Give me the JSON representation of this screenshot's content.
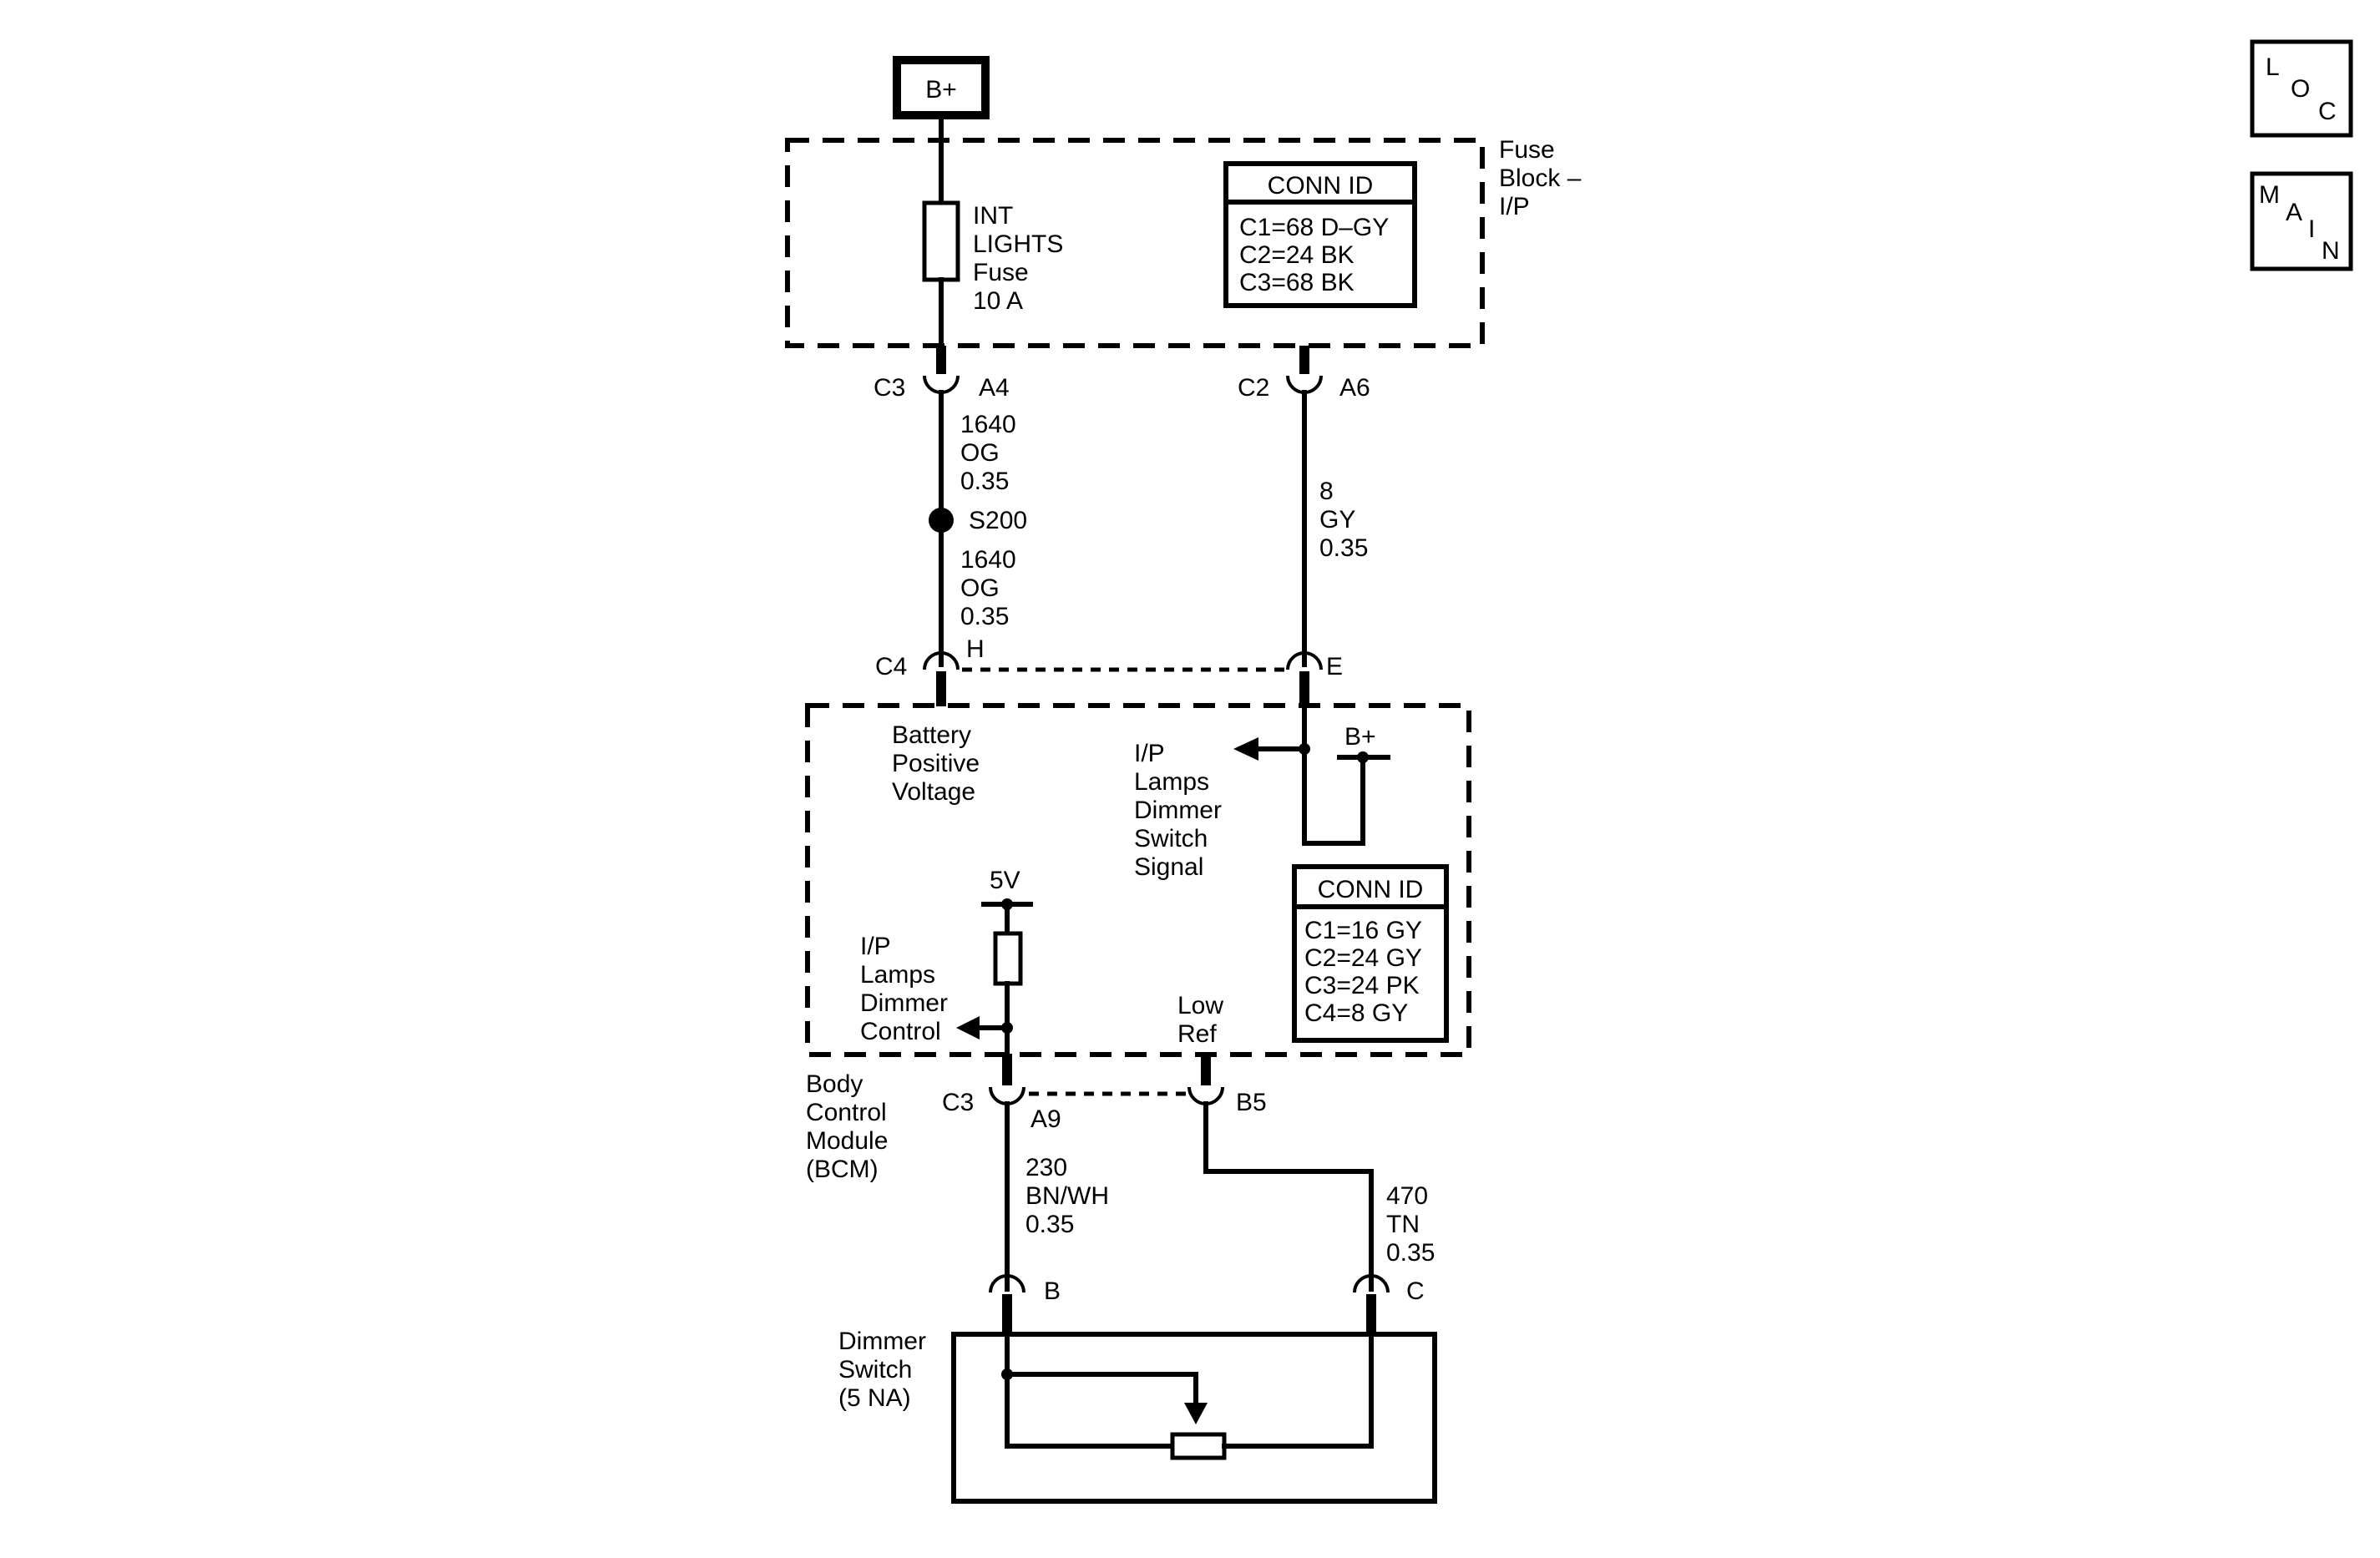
{
  "supply_tag": "B+",
  "fuse_block": {
    "label": [
      "Fuse",
      "Block –",
      "I/P"
    ],
    "fuse_label": [
      "INT",
      "LIGHTS",
      "Fuse",
      "10 A"
    ],
    "conn_id_title": "CONN ID",
    "conn_ids": [
      "C1=68 D–GY",
      "C2=24 BK",
      "C3=68 BK"
    ]
  },
  "connectors": {
    "fb_c3": "C3",
    "fb_a4": "A4",
    "fb_c2": "C2",
    "fb_a6": "A6",
    "bcm_c4": "C4",
    "bcm_h": "H",
    "bcm_e": "E",
    "bcm_c3": "C3",
    "bcm_a9": "A9",
    "bcm_b5": "B5",
    "sw_b": "B",
    "sw_c": "C"
  },
  "wires": {
    "w1640_top": [
      "1640",
      "OG",
      "0.35"
    ],
    "splice": "S200",
    "w1640_bot": [
      "1640",
      "OG",
      "0.35"
    ],
    "w8": [
      "8",
      "GY",
      "0.35"
    ],
    "w230": [
      "230",
      "BN/WH",
      "0.35"
    ],
    "w470": [
      "470",
      "TN",
      "0.35"
    ]
  },
  "bcm": {
    "label": [
      "Body",
      "Control",
      "Module",
      "(BCM)"
    ],
    "battery_label": [
      "Battery",
      "Positive",
      "Voltage"
    ],
    "signal_label": [
      "I/P",
      "Lamps",
      "Dimmer",
      "Switch",
      "Signal"
    ],
    "internal_bplus": "B+",
    "five_v": "5V",
    "control_label": [
      "I/P",
      "Lamps",
      "Dimmer",
      "Control"
    ],
    "low_ref": [
      "Low",
      "Ref"
    ],
    "conn_id_title": "CONN ID",
    "conn_ids": [
      "C1=16 GY",
      "C2=24 GY",
      "C3=24 PK",
      "C4=8 GY"
    ]
  },
  "dimmer_switch": {
    "label": [
      "Dimmer",
      "Switch",
      "(5 NA)"
    ]
  },
  "nav": {
    "loc": [
      "L",
      "O",
      "C"
    ],
    "main": [
      "M",
      "A",
      "I",
      "N"
    ]
  }
}
